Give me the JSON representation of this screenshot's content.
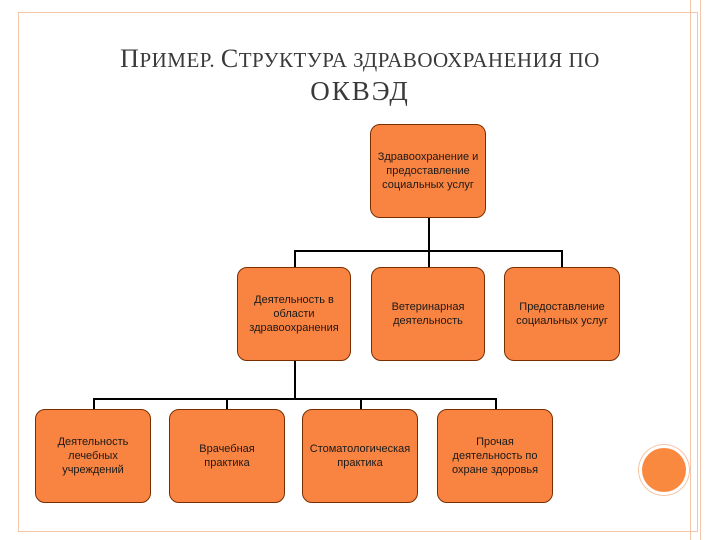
{
  "slide": {
    "title_line1_cap1": "П",
    "title_line1_rest1": "РИМЕР.",
    "title_line1_cap2": "С",
    "title_line1_rest2": "ТРУКТУРА ЗДРАВООХРАНЕНИЯ ПО",
    "title_line2": "ОКВЭД"
  },
  "diagram": {
    "root": "Здравоохранение и предоставление социальных услуг",
    "level2": [
      "Деятельность в области здравоохранения",
      "Ветеринарная деятельность",
      "Предоставление социальных услуг"
    ],
    "level3": [
      "Деятельность лечебных учреждений",
      "Врачебная практика",
      "Стоматологическая практика",
      "Прочая деятельность по охране здоровья"
    ]
  },
  "colors": {
    "node_fill": "#f98340",
    "node_border": "#7a2e00",
    "frame": "#f4c5a6",
    "accent_circle": "#f9893f"
  }
}
